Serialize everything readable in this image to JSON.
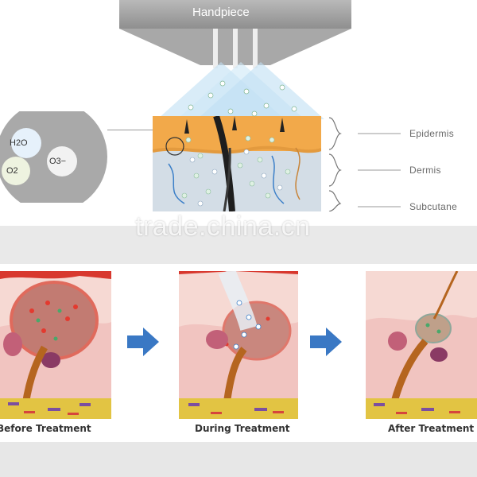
{
  "handpiece": {
    "label": "Handpiece"
  },
  "molecules": {
    "h2o": "H2O",
    "o2": "O2",
    "o3": "O3−"
  },
  "layers": {
    "epidermis": "Epidermis",
    "dermis": "Dermis",
    "subcutaneous": "Subcutane"
  },
  "watermark": "trade.china.cn",
  "stages": [
    {
      "caption": "Before Treatment"
    },
    {
      "caption": "During Treatment"
    },
    {
      "caption": "After Treatment"
    }
  ],
  "colors": {
    "epidermis": "#f2a94a",
    "dermis": "#d3dde6",
    "skin_pink": "#f1c4c0",
    "arrow_blue": "#3a78c4"
  }
}
